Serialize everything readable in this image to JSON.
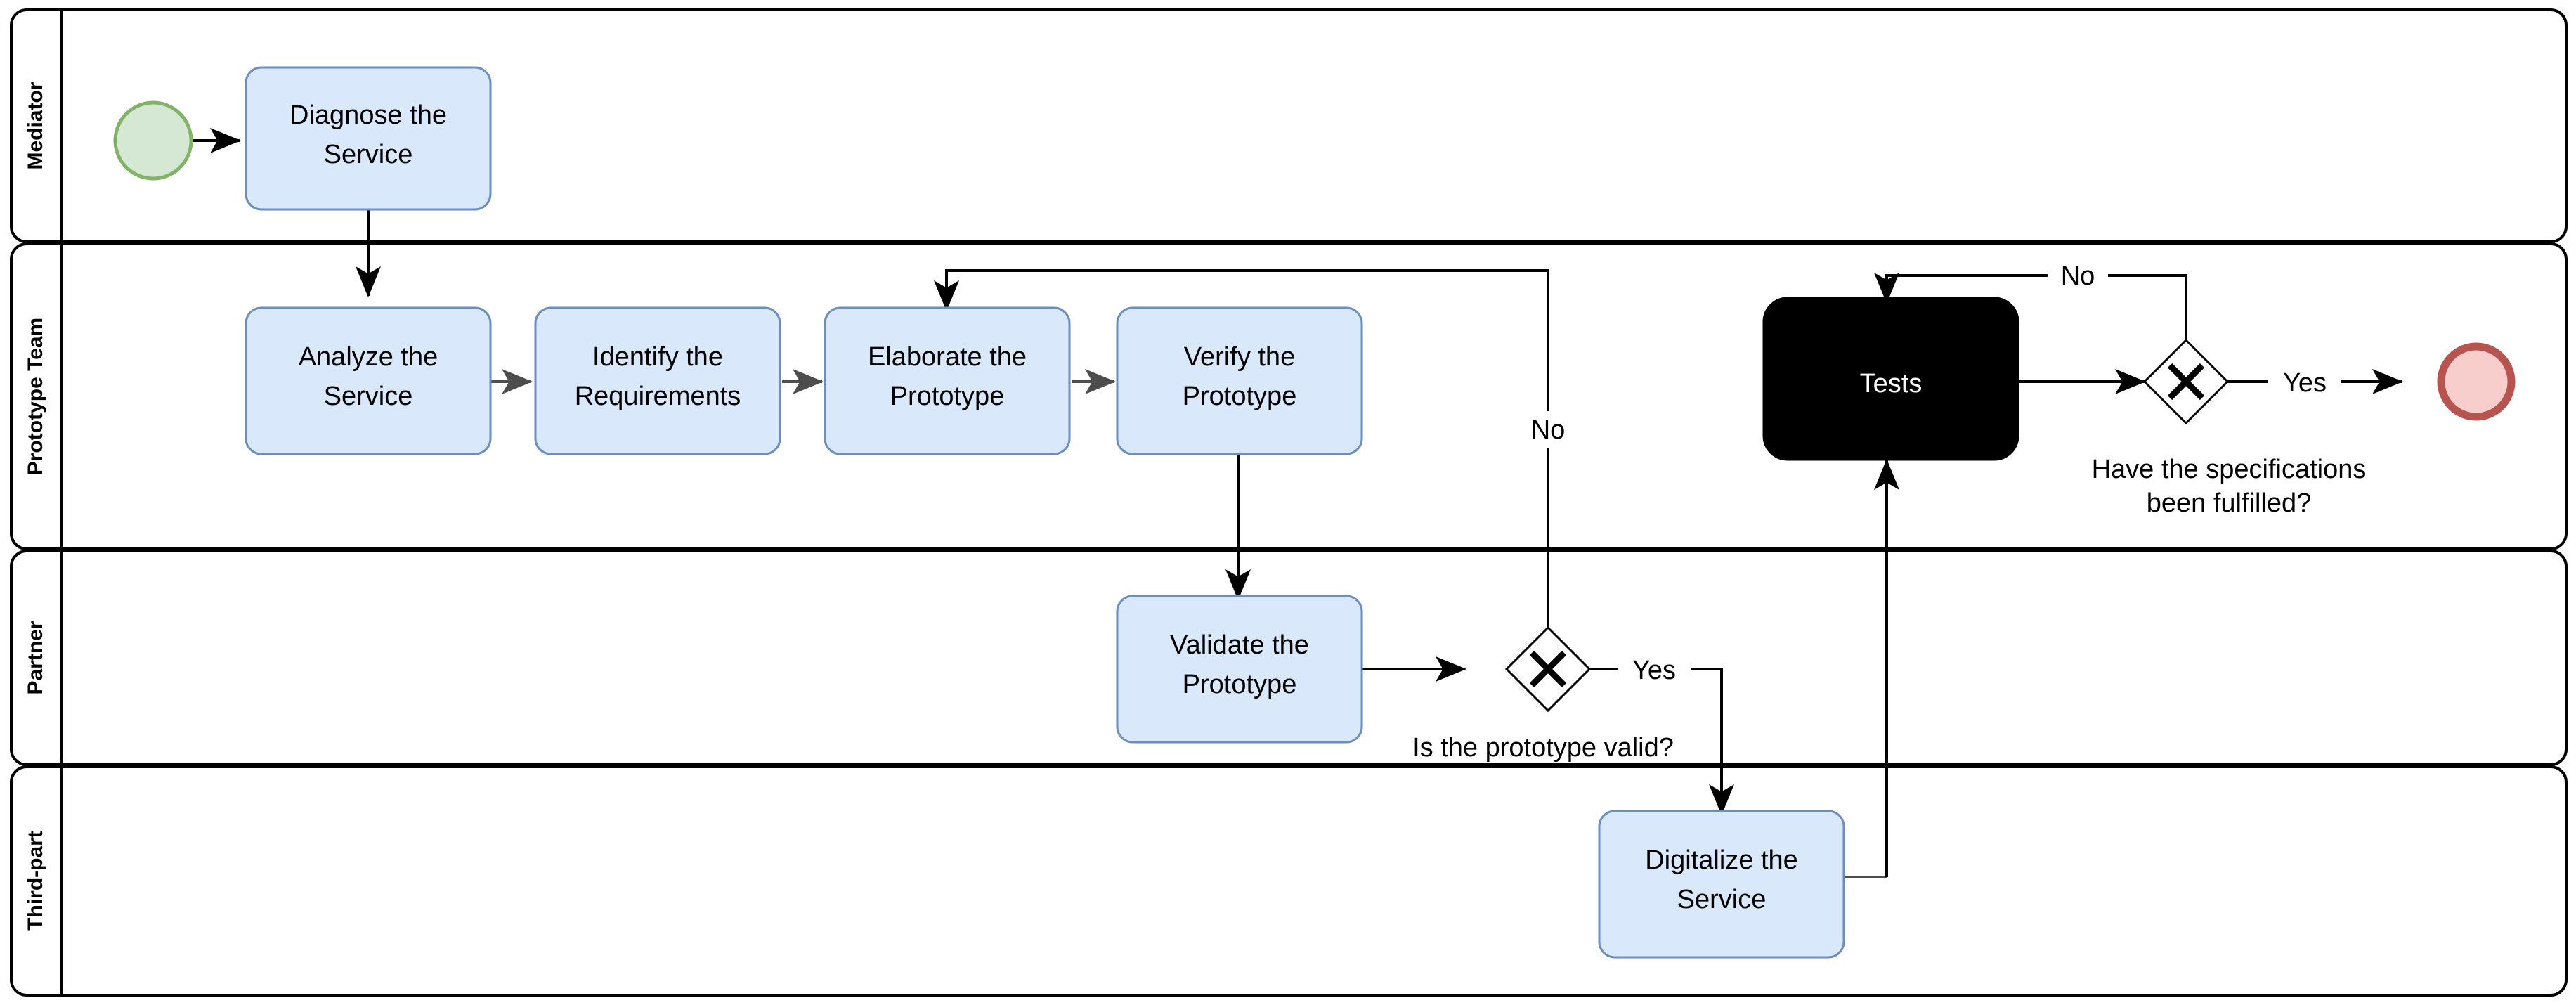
{
  "diagram": {
    "type": "bpmn-swimlane-flowchart",
    "lanes": [
      {
        "id": "mediator",
        "label": "Mediator"
      },
      {
        "id": "prototype",
        "label": "Prototype Team"
      },
      {
        "id": "partner",
        "label": "Partner"
      },
      {
        "id": "thirdpart",
        "label": "Third-part"
      }
    ],
    "events": {
      "start": {
        "name": "start-event",
        "label": ""
      },
      "end": {
        "name": "end-event",
        "label": ""
      }
    },
    "tasks": [
      {
        "id": "diagnose",
        "lane": "mediator",
        "line1": "Diagnose the",
        "line2": "Service",
        "style": "light-blue"
      },
      {
        "id": "analyze",
        "lane": "prototype",
        "line1": "Analyze the",
        "line2": "Service",
        "style": "light-blue"
      },
      {
        "id": "identify",
        "lane": "prototype",
        "line1": "Identify the",
        "line2": "Requirements",
        "style": "light-blue"
      },
      {
        "id": "elaborate",
        "lane": "prototype",
        "line1": "Elaborate the",
        "line2": "Prototype",
        "style": "light-blue"
      },
      {
        "id": "verify",
        "lane": "prototype",
        "line1": "Verify the",
        "line2": "Prototype",
        "style": "light-blue"
      },
      {
        "id": "tests",
        "lane": "prototype",
        "line1": "Tests",
        "line2": "",
        "style": "black"
      },
      {
        "id": "validate",
        "lane": "partner",
        "line1": "Validate the",
        "line2": "Prototype",
        "style": "light-blue"
      },
      {
        "id": "digitalize",
        "lane": "thirdpart",
        "line1": "Digitalize the",
        "line2": "Service",
        "style": "light-blue"
      }
    ],
    "gateways": [
      {
        "id": "gw-valid",
        "lane": "partner",
        "symbol": "X",
        "question": "Is the prototype valid?"
      },
      {
        "id": "gw-specs",
        "lane": "prototype",
        "symbol": "X",
        "question_line1": "Have the specifications",
        "question_line2": "been fulfilled?"
      }
    ],
    "edge_labels": {
      "valid_no": "No",
      "valid_yes": "Yes",
      "specs_no": "No",
      "specs_yes": "Yes"
    },
    "colors": {
      "task_fill": "#dae8fc",
      "task_stroke": "#6c8ebf",
      "start_fill": "#d5e8d4",
      "start_stroke": "#82b366",
      "end_fill": "#f8cecc",
      "end_stroke": "#b85450",
      "dark_task_fill": "#000000",
      "line": "#000000",
      "background": "#ffffff"
    }
  }
}
